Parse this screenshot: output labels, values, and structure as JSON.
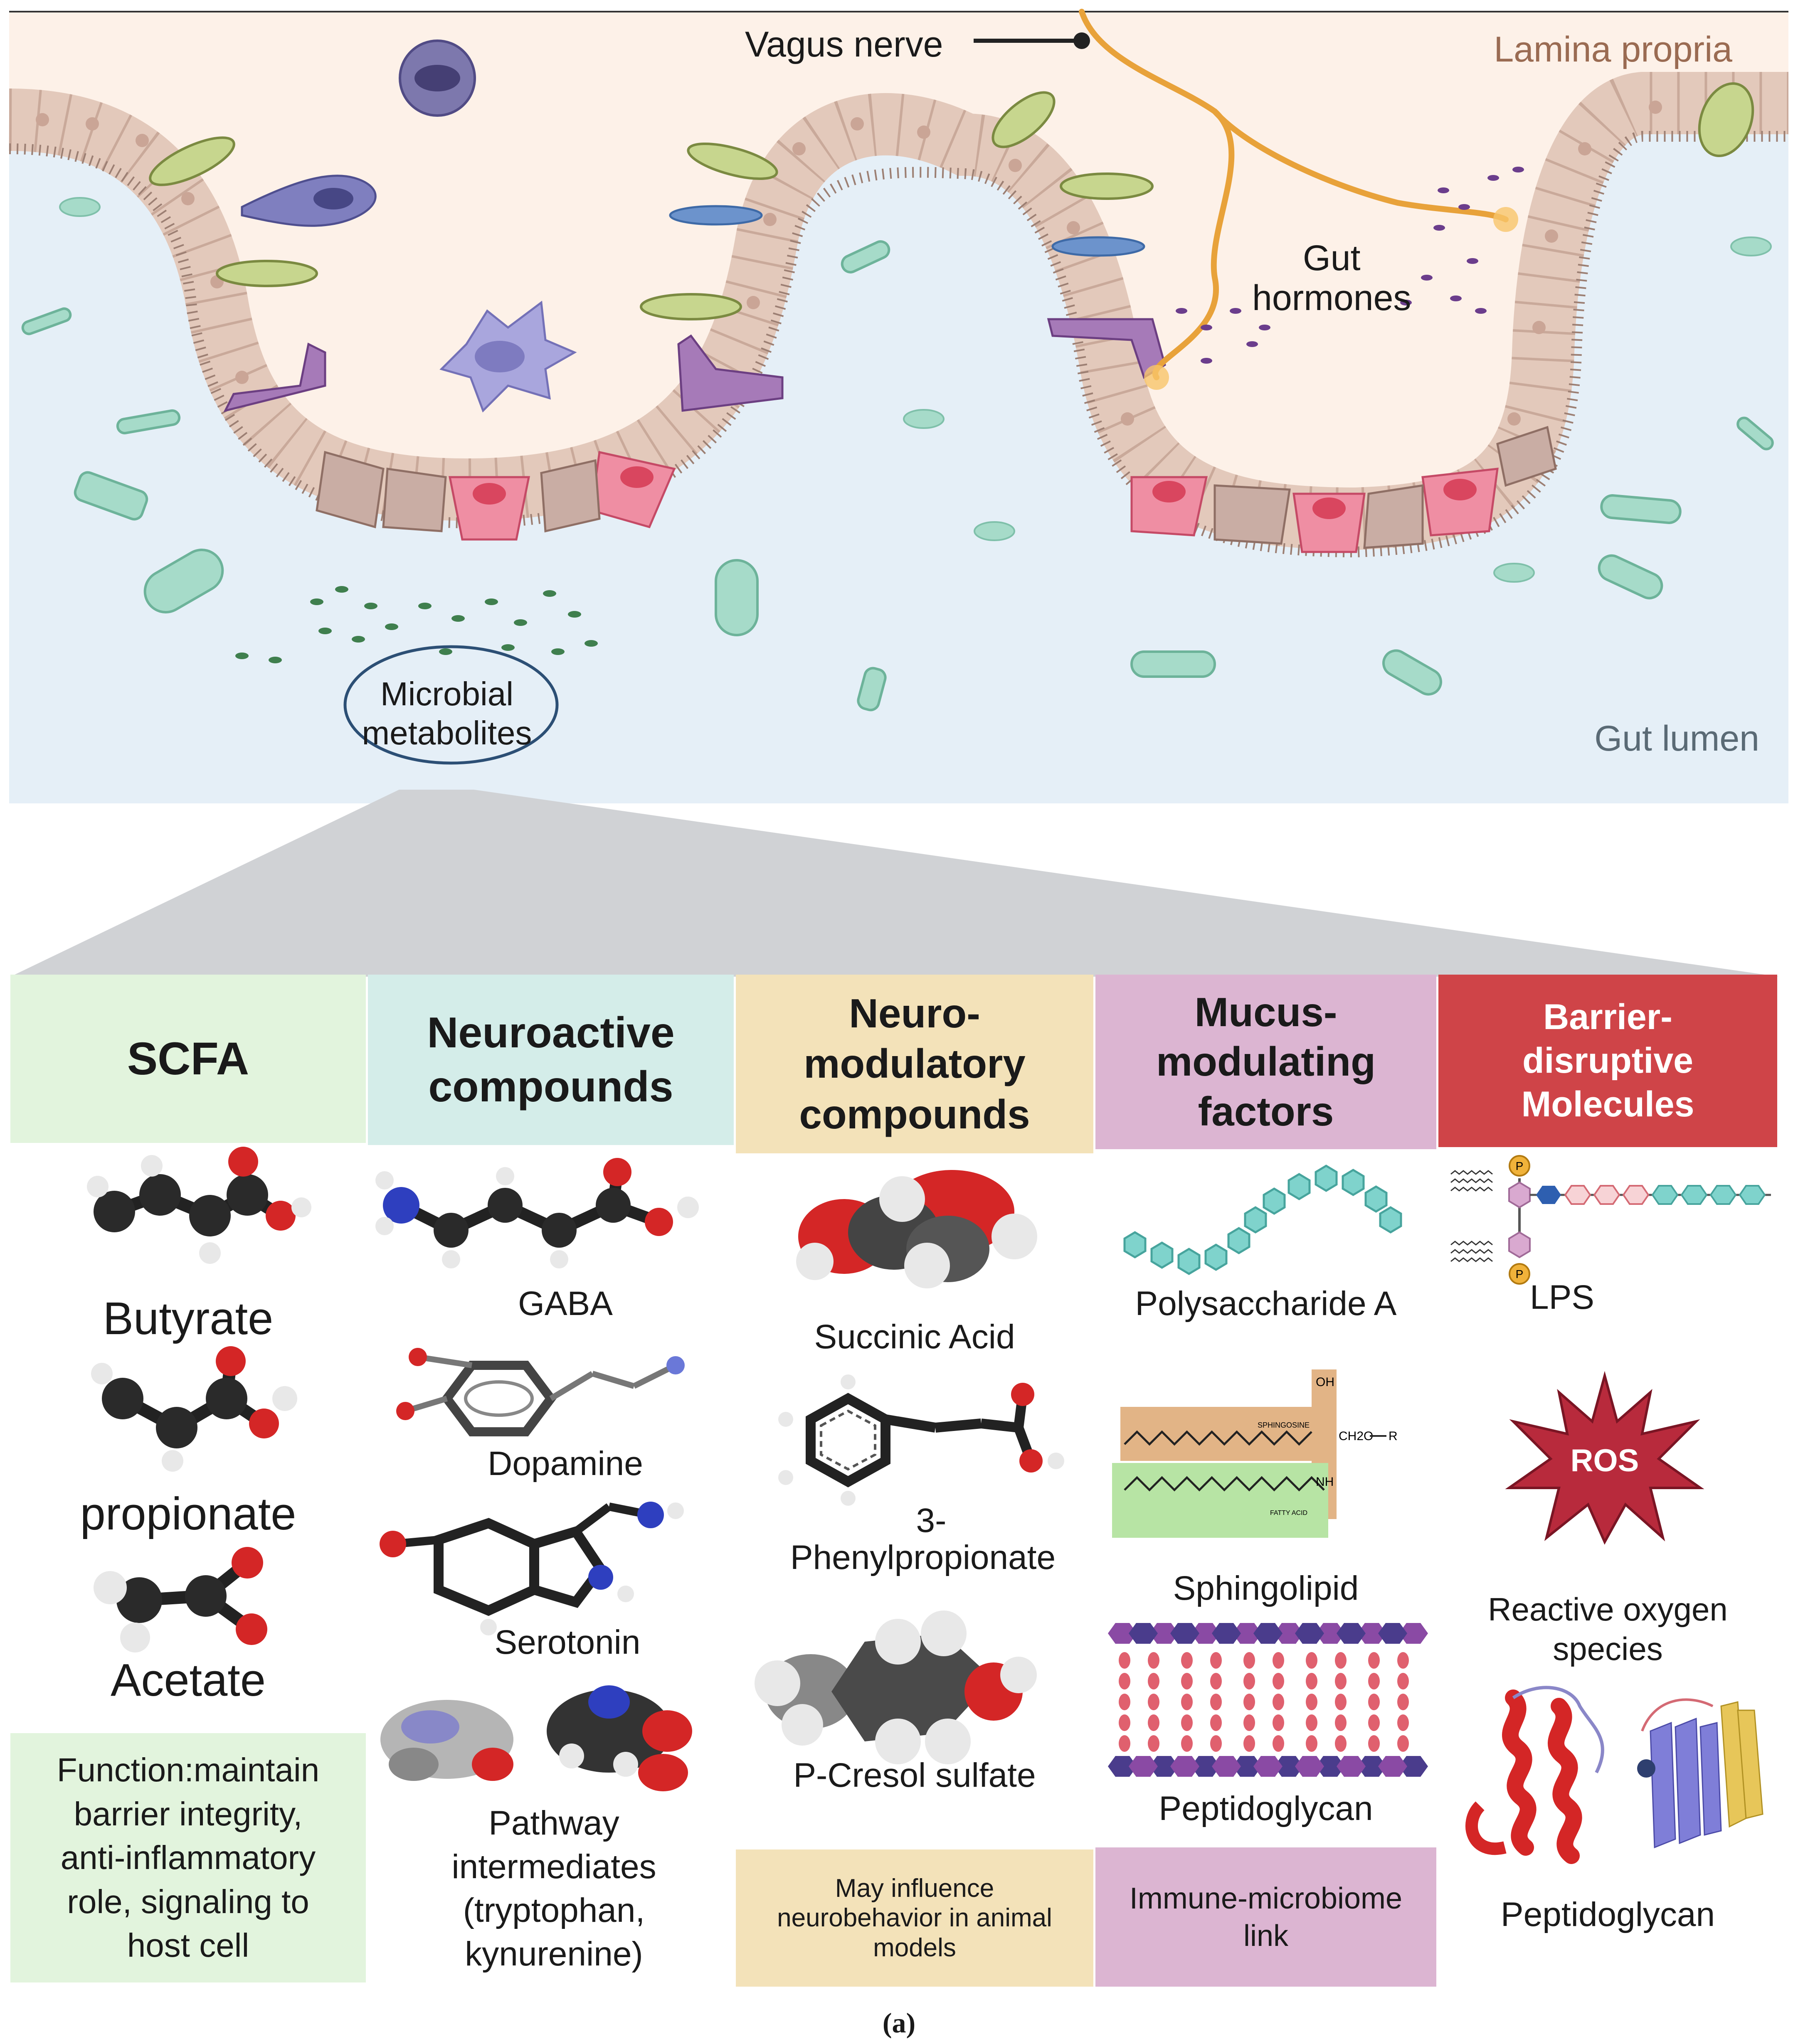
{
  "scene": {
    "lamina_propria": "Lamina propria",
    "gut_lumen": "Gut lumen",
    "vagus_nerve": "Vagus nerve",
    "gut_hormones": [
      "Gut",
      "hormones"
    ],
    "microbial_metabolites": [
      "Microbial",
      "metabolites"
    ]
  },
  "categories": [
    {
      "header": [
        "SCFA"
      ],
      "header_color": "#e2f4dd",
      "items": [
        "Butyrate",
        "propionate",
        "Acetate"
      ],
      "footer": [
        "Function:maintain",
        "barrier integrity,",
        "anti-inflammatory",
        "role, signaling to",
        "host cell"
      ],
      "footer_color": "#e2f4dd"
    },
    {
      "header": [
        "Neuroactive",
        "compounds"
      ],
      "header_color": "#d4ede9",
      "items": [
        "GABA",
        "Dopamine",
        "Serotonin"
      ],
      "footer": [
        "Pathway",
        "intermediates",
        "(tryptophan,",
        "kynurenine)"
      ]
    },
    {
      "header": [
        "Neuro-",
        "modulatory",
        "compounds"
      ],
      "header_color": "#f3e2b9",
      "items": [
        "Succinic Acid",
        "3-",
        "Phenylpropionate",
        "P-Cresol sulfate"
      ],
      "footer": [
        "May influence",
        "neurobehavior in animal",
        "models"
      ],
      "footer_color": "#f3e2b9"
    },
    {
      "header": [
        "Mucus-",
        "modulating",
        "factors"
      ],
      "header_color": "#dcb5d2",
      "items": [
        "Polysaccharide A",
        "Sphingolipid",
        "Peptidoglycan"
      ],
      "footer": [
        "Immune-microbiome",
        "link"
      ],
      "footer_color": "#dcb5d2",
      "sphingolipid_labels": [
        "SPHINGOSINE",
        "OH",
        "CH2O",
        "R",
        "NH",
        "FATTY ACID"
      ]
    },
    {
      "header": [
        "Barrier-",
        "disruptive",
        "Molecules"
      ],
      "header_color": "#cf4448",
      "header_text_color": "#ffffff",
      "items": [
        "LPS",
        "Reactive oxygen",
        "species",
        "Peptidoglycan"
      ],
      "ros_label": "ROS",
      "lps_p": "P"
    }
  ],
  "caption": "(a)",
  "colors": {
    "lamina": "#fdf1e8",
    "lumen": "#e5eff7",
    "nerve": "#e8a23a",
    "epithelium": "#ead4c7",
    "microbe": "#a6dbc9"
  }
}
